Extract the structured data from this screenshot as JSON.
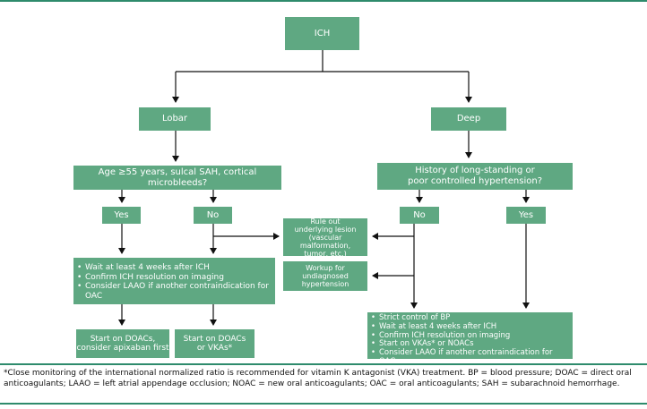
{
  "colors": {
    "box": "#5fa882",
    "rule": "#2e8b6c",
    "line": "#111111"
  },
  "nodes": {
    "ich": "ICH",
    "lobar": "Lobar",
    "deep": "Deep",
    "q_lobar": "Age ≥55 years, sulcal SAH, cortical microbleeds?",
    "q_deep_1": "History of long-standing or",
    "q_deep_2": "poor controlled hypertension?",
    "lobar_yes": "Yes",
    "lobar_no": "No",
    "deep_no": "No",
    "deep_yes": "Yes",
    "rule_out_1": "Rule out",
    "rule_out_2": "underlying lesion",
    "rule_out_3": "(vascular malformation,",
    "rule_out_4": "tumor, etc.)",
    "workup_1": "Workup for",
    "workup_2": "undiagnosed",
    "workup_3": "hypertension",
    "lobar_steps": [
      "Wait at least 4 weeks after ICH",
      "Confirm ICH resolution on imaging",
      "Consider LAAO if another contraindication for OAC"
    ],
    "doacs_1": "Start on DOACs,",
    "doacs_2": "consider apixaban first",
    "doacs_vkas_1": "Start on DOACs",
    "doacs_vkas_2": "or VKAs*",
    "deep_steps": [
      "Strict control of BP",
      "Wait at least 4 weeks after ICH",
      "Confirm ICH resolution on imaging",
      "Start on VKAs* or NOACs",
      "Consider LAAO if another contraindication for OAC"
    ]
  },
  "footnote": "*Close monitoring of the international normalized ratio is recommended for vitamin K antagonist (VKA) treatment. BP = blood pressure; DOAC = direct oral anticoagulants; LAAO = left atrial appendage occlusion; NOAC = new oral anticoagulants; OAC = oral anticoagulants; SAH = subarachnoid hemorrhage."
}
